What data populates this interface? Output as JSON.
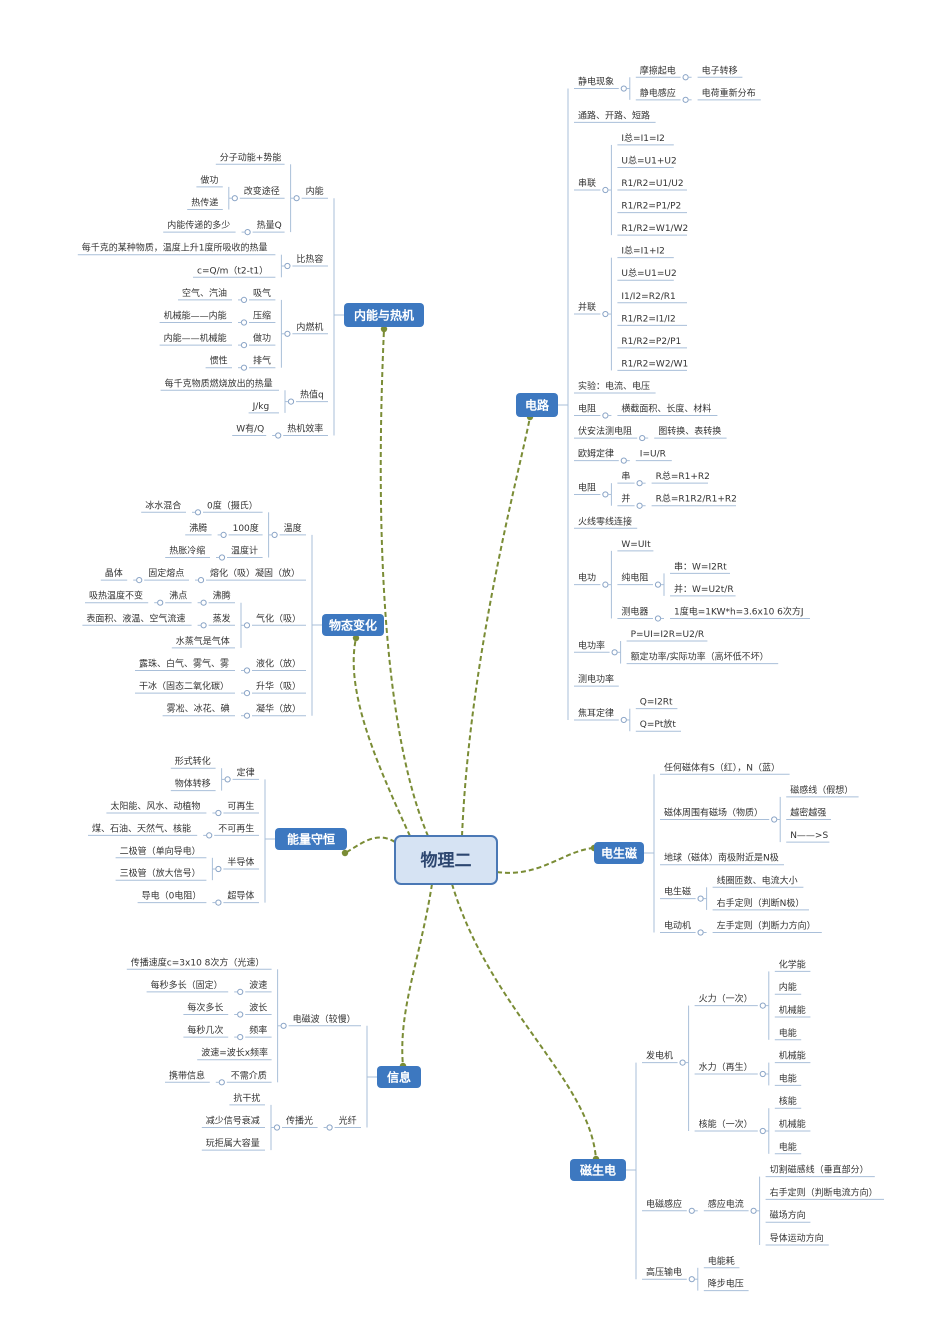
{
  "root": {
    "label": "物理二"
  },
  "colors": {
    "branch_fill": "#3d78c0",
    "root_fill": "#d6e3f3",
    "root_stroke": "#4a78b5",
    "connector": "#7a8c35",
    "line": "#a9bfd9"
  },
  "branches": [
    {
      "key": "neineng",
      "label": "内能与热机",
      "children": [
        {
          "label": "内能",
          "children": [
            {
              "label": "分子动能+势能"
            },
            {
              "label": "改变途径",
              "children": [
                {
                  "label": "做功"
                },
                {
                  "label": "热传递"
                }
              ]
            },
            {
              "label": "热量Q",
              "children": [
                {
                  "label": "内能传递的多少"
                }
              ]
            }
          ]
        },
        {
          "label": "比热容",
          "children": [
            {
              "label": "每千克的某种物质，温度上升1度所吸收的热量"
            },
            {
              "label": "c=Q/m（t2-t1）"
            }
          ]
        },
        {
          "label": "内燃机",
          "children": [
            {
              "label": "吸气",
              "children": [
                {
                  "label": "空气、汽油"
                }
              ]
            },
            {
              "label": "压缩",
              "children": [
                {
                  "label": "机械能——内能"
                }
              ]
            },
            {
              "label": "做功",
              "children": [
                {
                  "label": "内能——机械能"
                }
              ]
            },
            {
              "label": "排气",
              "children": [
                {
                  "label": "惯性"
                }
              ]
            }
          ]
        },
        {
          "label": "热值q",
          "children": [
            {
              "label": "每千克物质燃烧放出的热量"
            },
            {
              "label": "J/kg"
            }
          ]
        },
        {
          "label": "热机效率",
          "children": [
            {
              "label": "W有/Q"
            }
          ]
        }
      ]
    },
    {
      "key": "wutai",
      "label": "物态变化",
      "children": [
        {
          "label": "温度",
          "children": [
            {
              "label": "0度（摄氏）",
              "children": [
                {
                  "label": "冰水混合"
                }
              ]
            },
            {
              "label": "100度",
              "children": [
                {
                  "label": "沸腾"
                }
              ]
            },
            {
              "label": "温度计",
              "children": [
                {
                  "label": "热胀冷缩"
                }
              ]
            }
          ]
        },
        {
          "label": "熔化（吸）凝固（放）",
          "children": [
            {
              "label": "固定熔点",
              "children": [
                {
                  "label": "晶体"
                }
              ]
            }
          ]
        },
        {
          "label": "气化（吸）",
          "children": [
            {
              "label": "沸腾",
              "children": [
                {
                  "label": "沸点",
                  "children": [
                    {
                      "label": "吸热温度不变"
                    }
                  ]
                }
              ]
            },
            {
              "label": "蒸发",
              "children": [
                {
                  "label": "表面积、液温、空气流速"
                }
              ]
            },
            {
              "label": "水蒸气是气体"
            }
          ]
        },
        {
          "label": "液化（放）",
          "children": [
            {
              "label": "露珠、白气、雾气、雾"
            }
          ]
        },
        {
          "label": "升华（吸）",
          "children": [
            {
              "label": "干冰（固态二氧化碳）"
            }
          ]
        },
        {
          "label": "凝华（放）",
          "children": [
            {
              "label": "雾凇、冰花、碘"
            }
          ]
        }
      ]
    },
    {
      "key": "nengliang",
      "label": "能量守恒",
      "children": [
        {
          "label": "定律",
          "children": [
            {
              "label": "形式转化"
            },
            {
              "label": "物体转移"
            }
          ]
        },
        {
          "label": "可再生",
          "children": [
            {
              "label": "太阳能、风水、动植物"
            }
          ]
        },
        {
          "label": "不可再生",
          "children": [
            {
              "label": "煤、石油、天然气、核能"
            }
          ]
        },
        {
          "label": "半导体",
          "children": [
            {
              "label": "二极管（单向导电）"
            },
            {
              "label": "三极管（放大信号）"
            }
          ]
        },
        {
          "label": "超导体",
          "children": [
            {
              "label": "导电（0电阻）"
            }
          ]
        }
      ]
    },
    {
      "key": "xinxi",
      "label": "信息",
      "children": [
        {
          "label": "电磁波（较慢）",
          "children": [
            {
              "label": "传播速度c=3x10 8次方（光速）"
            },
            {
              "label": "波速",
              "children": [
                {
                  "label": "每秒多长（固定）"
                }
              ]
            },
            {
              "label": "波长",
              "children": [
                {
                  "label": "每次多长"
                }
              ]
            },
            {
              "label": "频率",
              "children": [
                {
                  "label": "每秒几次"
                }
              ]
            },
            {
              "label": "波速=波长x频率"
            },
            {
              "label": "不需介质",
              "children": [
                {
                  "label": "携带信息"
                }
              ]
            }
          ]
        },
        {
          "label": "光纤",
          "children": [
            {
              "label": "传播光",
              "children": [
                {
                  "label": "抗干扰"
                },
                {
                  "label": "减少信号衰减"
                },
                {
                  "label": "玩拒属大容量"
                }
              ]
            }
          ]
        }
      ]
    },
    {
      "key": "dianlu",
      "label": "电路",
      "children": [
        {
          "label": "静电现象",
          "children": [
            {
              "label": "摩擦起电",
              "children": [
                {
                  "label": "电子转移"
                }
              ]
            },
            {
              "label": "静电感应",
              "children": [
                {
                  "label": "电荷重新分布"
                }
              ]
            }
          ]
        },
        {
          "label": "通路、开路、短路"
        },
        {
          "label": "串联",
          "children": [
            {
              "label": "I总=I1=I2"
            },
            {
              "label": "U总=U1+U2"
            },
            {
              "label": "R1/R2=U1/U2"
            },
            {
              "label": "R1/R2=P1/P2"
            },
            {
              "label": "R1/R2=W1/W2"
            }
          ]
        },
        {
          "label": "并联",
          "children": [
            {
              "label": "I总=I1+I2"
            },
            {
              "label": "U总=U1=U2"
            },
            {
              "label": "I1/I2=R2/R1"
            },
            {
              "label": "R1/R2=I1/I2"
            },
            {
              "label": "R1/R2=P2/P1"
            },
            {
              "label": "R1/R2=W2/W1"
            }
          ]
        },
        {
          "label": "实验：电流、电压"
        },
        {
          "label": "电阻",
          "children": [
            {
              "label": "横截面积、长度、材料"
            }
          ]
        },
        {
          "label": "伏安法测电阻",
          "children": [
            {
              "label": "图转换、表转换"
            }
          ]
        },
        {
          "label": "欧姆定律",
          "children": [
            {
              "label": "I=U/R"
            }
          ]
        },
        {
          "label": "电阻",
          "children": [
            {
              "label": "串",
              "children": [
                {
                  "label": "R总=R1+R2"
                }
              ]
            },
            {
              "label": "并",
              "children": [
                {
                  "label": "R总=R1R2/R1+R2"
                }
              ]
            }
          ]
        },
        {
          "label": "火线零线连接"
        },
        {
          "label": "电功",
          "children": [
            {
              "label": "W=UIt"
            },
            {
              "label": "纯电阻",
              "children": [
                {
                  "label": "串：W=I2Rt"
                },
                {
                  "label": "并：W=U2t/R"
                }
              ]
            },
            {
              "label": "测电器",
              "children": [
                {
                  "label": "1度电=1KW*h=3.6x10 6次方J"
                }
              ]
            }
          ]
        },
        {
          "label": "电功率",
          "children": [
            {
              "label": "P=UI=I2R=U2/R"
            },
            {
              "label": "额定功率/实际功率（高坏低不坏）"
            }
          ]
        },
        {
          "label": "测电功率"
        },
        {
          "label": "焦耳定律",
          "children": [
            {
              "label": "Q=I2Rt"
            },
            {
              "label": "Q=Pt放t"
            }
          ]
        }
      ]
    },
    {
      "key": "dianshengci",
      "label": "电生磁",
      "children": [
        {
          "label": "任何磁体有S（红），N（蓝）"
        },
        {
          "label": "磁体周围有磁场（物质）",
          "children": [
            {
              "label": "磁感线（假想）"
            },
            {
              "label": "越密越强"
            },
            {
              "label": "N——>S"
            }
          ]
        },
        {
          "label": "地球（磁体）南极附近是N极"
        },
        {
          "label": "电生磁",
          "children": [
            {
              "label": "线圈匝数、电流大小"
            },
            {
              "label": "右手定则（判断N极）"
            }
          ]
        },
        {
          "label": "电动机",
          "children": [
            {
              "label": "左手定则（判断力方向）"
            }
          ]
        }
      ]
    },
    {
      "key": "cishengdian",
      "label": "磁生电",
      "children": [
        {
          "label": "发电机",
          "children": [
            {
              "label": "火力（一次）",
              "children": [
                {
                  "label": "化学能"
                },
                {
                  "label": "内能"
                },
                {
                  "label": "机械能"
                },
                {
                  "label": "电能"
                }
              ]
            },
            {
              "label": "水力（再生）",
              "children": [
                {
                  "label": "机械能"
                },
                {
                  "label": "电能"
                }
              ]
            },
            {
              "label": "核能（一次）",
              "children": [
                {
                  "label": "核能"
                },
                {
                  "label": "机械能"
                },
                {
                  "label": "电能"
                }
              ]
            }
          ]
        },
        {
          "label": "电磁感应",
          "children": [
            {
              "label": "感应电流",
              "children": [
                {
                  "label": "切割磁感线（垂直部分）"
                },
                {
                  "label": "右手定则（判断电流方向）"
                },
                {
                  "label": "磁场方向"
                },
                {
                  "label": "导体运动方向"
                }
              ]
            }
          ]
        },
        {
          "label": "高压输电",
          "children": [
            {
              "label": "电能耗"
            },
            {
              "label": "降步电压"
            }
          ]
        }
      ]
    }
  ]
}
